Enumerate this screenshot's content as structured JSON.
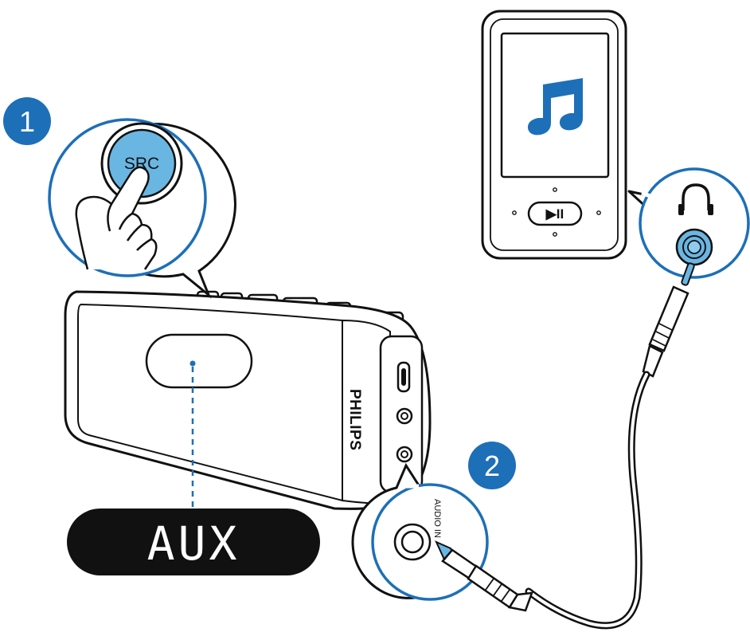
{
  "steps": [
    {
      "number": "1",
      "button_label": "SRC"
    },
    {
      "number": "2",
      "port_label": "AUDIO IN"
    }
  ],
  "speaker": {
    "brand": "PHILIPS",
    "display_text": "AUX"
  },
  "player": {
    "play_pause_symbol": "▶II"
  },
  "colors": {
    "step_badge": "#1d6fb8",
    "button_fill": "#6ab6e3",
    "screen_note": "#1d6fb8",
    "display_bg": "#111111",
    "guide_line": "#1d6fb8"
  },
  "icons": [
    "music-note-icon",
    "headphones-icon",
    "hand-press-icon",
    "audio-jack-icon"
  ]
}
